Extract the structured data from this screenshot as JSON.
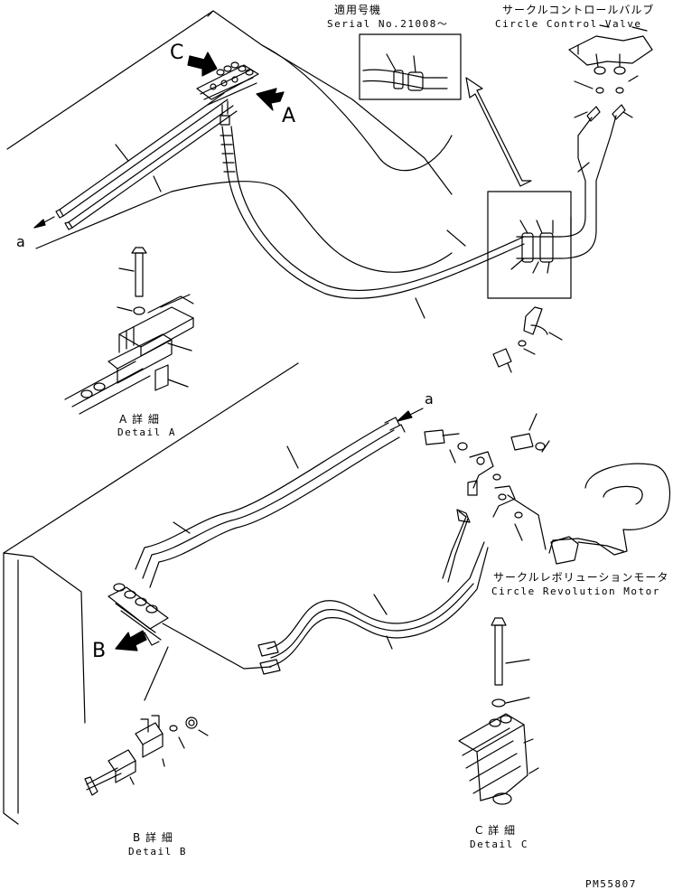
{
  "labels": {
    "serial_jp": "適用号機",
    "serial_en": "Serial No.21008～",
    "ccv_jp": "サークルコントロールバルブ",
    "ccv_en": "Circle Control Valve",
    "crm_jp": "サークルレボリューションモータ",
    "crm_en": "Circle Revolution Motor",
    "detail_a_jp": "A 詳 細",
    "detail_a_en": "Detail A",
    "detail_b_jp": "B 詳 細",
    "detail_b_en": "Detail B",
    "detail_c_jp": "C 詳 細",
    "detail_c_en": "Detail C",
    "arrow_a": "A",
    "arrow_b": "B",
    "arrow_c": "C",
    "ref_a_top": "a",
    "ref_a_bottom": "a",
    "drawing_no": "PM55807"
  },
  "colors": {
    "ink": "#000000",
    "paper": "#ffffff"
  }
}
